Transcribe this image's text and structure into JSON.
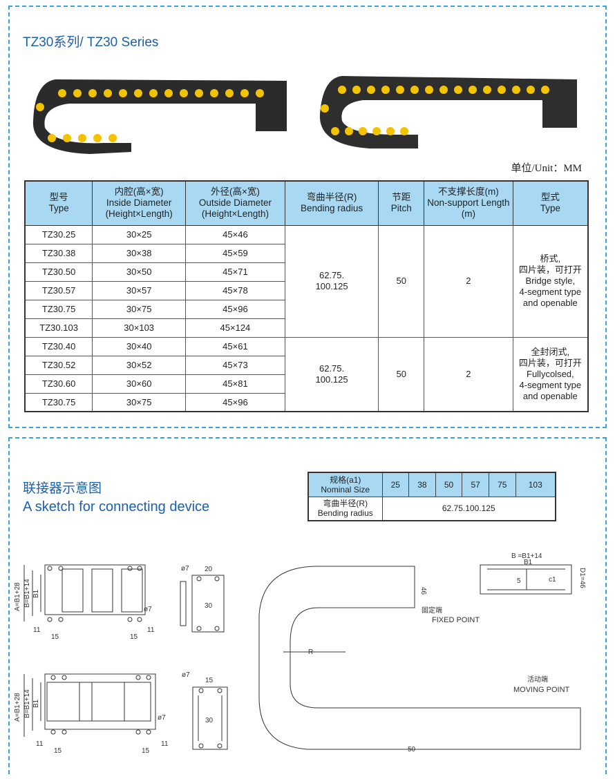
{
  "title": "TZ30系列/ TZ30 Series",
  "unit": "单位/Unit：MM",
  "table": {
    "headers": [
      [
        "型号",
        "Type"
      ],
      [
        "内腔(高×宽)",
        "Inside Diameter",
        "(Height×Length)"
      ],
      [
        "外径(高×宽)",
        "Outside Diameter",
        "(Height×Length)"
      ],
      [
        "弯曲半径(R)",
        "Bending radius"
      ],
      [
        "节距",
        "Pitch"
      ],
      [
        "不支撑长度(m)",
        "Non-support Length",
        "(m)"
      ],
      [
        "型式",
        "Type"
      ]
    ],
    "rows": [
      [
        "TZ30.25",
        "30×25",
        "45×46"
      ],
      [
        "TZ30.38",
        "30×38",
        "45×59"
      ],
      [
        "TZ30.50",
        "30×50",
        "45×71"
      ],
      [
        "TZ30.57",
        "30×57",
        "45×78"
      ],
      [
        "TZ30.75",
        "30×75",
        "45×96"
      ],
      [
        "TZ30.103",
        "30×103",
        "45×124"
      ],
      [
        "TZ30.40",
        "30×40",
        "45×61"
      ],
      [
        "TZ30.52",
        "30×52",
        "45×73"
      ],
      [
        "TZ30.60",
        "30×60",
        "45×81"
      ],
      [
        "TZ30.75",
        "30×75",
        "45×96"
      ]
    ],
    "groups": [
      {
        "radius": [
          "62.75.",
          "100.125"
        ],
        "pitch": "50",
        "length": "2",
        "type": [
          "桥式,",
          "四片装，可打开",
          "Bridge style,",
          "4-segment type",
          "and openable"
        ]
      },
      {
        "radius": [
          "62.75.",
          "100.125"
        ],
        "pitch": "50",
        "length": "2",
        "type": [
          "全封闭式,",
          "四片装，可打开",
          "Fullycolsed,",
          "4-segment type",
          "and openable"
        ]
      }
    ]
  },
  "sketch": {
    "title_cn": "联接器示意图",
    "title_en": "A sketch for connecting device"
  },
  "small_table": {
    "row1_label": [
      "规格(a1)",
      "Nominal Size"
    ],
    "sizes": [
      "25",
      "38",
      "50",
      "57",
      "75",
      "103"
    ],
    "row2_label": [
      "弯曲半径(R)",
      "Bending radius"
    ],
    "radius": "62.75.100.125"
  },
  "drawing": {
    "a": "A=B1+28",
    "b": "B=B1+14",
    "b1": "B1",
    "d11": "11",
    "d15": "15",
    "phi7": "ø7",
    "d20": "20",
    "d30": "30",
    "fixed_cn": "固定端",
    "fixed_en": "FIXED POINT",
    "moving_cn": "活动端",
    "moving_en": "MOVING POINT",
    "r": "R",
    "d46": "46",
    "d50": "50",
    "bb": "B =B1+14",
    "d5": "5",
    "c1": "c1",
    "d1": "D1=46"
  },
  "colors": {
    "accent": "#1a5fb0",
    "header": "#a9d9f2",
    "chain": "#2b2b2b",
    "pin": "#f2c400"
  }
}
